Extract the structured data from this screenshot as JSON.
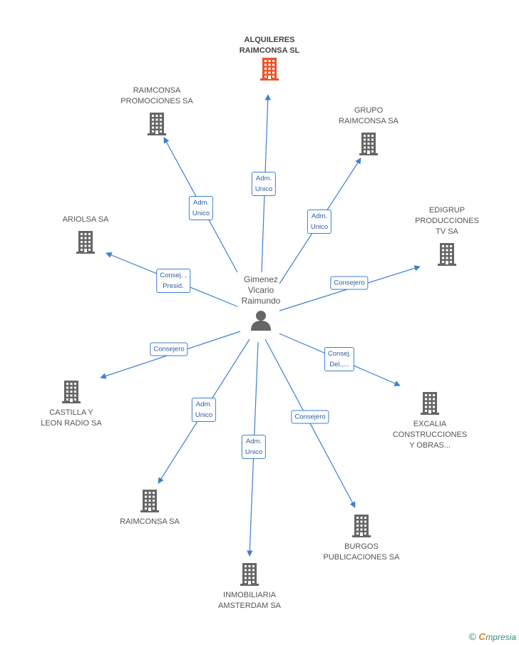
{
  "center": {
    "name": "Gimenez\nVicario\nRaimundo",
    "icon": "person-icon"
  },
  "companies": [
    {
      "id": "alquileres",
      "name": "ALQUILERES\nRAIMCONSA SL",
      "main": true,
      "color": "#e8562a"
    },
    {
      "id": "raimconsa-promo",
      "name": "RAIMCONSA\nPROMOCIONES SA",
      "color": "#666666"
    },
    {
      "id": "grupo",
      "name": "GRUPO\nRAIMCONSA SA",
      "color": "#666666"
    },
    {
      "id": "ariolsa",
      "name": "ARIOLSA SA",
      "color": "#666666"
    },
    {
      "id": "edigrup",
      "name": "EDIGRUP\nPRODUCCIONES\nTV SA",
      "color": "#666666"
    },
    {
      "id": "castilla",
      "name": "CASTILLA Y\nLEON RADIO SA",
      "color": "#666666"
    },
    {
      "id": "excalia",
      "name": "EXCALIA\nCONSTRUCCIONES\nY OBRAS...",
      "color": "#666666"
    },
    {
      "id": "raimconsa",
      "name": "RAIMCONSA SA",
      "color": "#666666"
    },
    {
      "id": "burgos",
      "name": "BURGOS\nPUBLICACIONES SA",
      "color": "#666666"
    },
    {
      "id": "inmobiliaria",
      "name": "INMOBILIARIA\nAMSTERDAM SA",
      "color": "#666666"
    }
  ],
  "edges": [
    {
      "to": "alquileres",
      "label": "Adm.\nUnico"
    },
    {
      "to": "raimconsa-promo",
      "label": "Adm.\nUnico"
    },
    {
      "to": "grupo",
      "label": "Adm.\nUnico"
    },
    {
      "to": "ariolsa",
      "label": "Consej. ,\nPresid."
    },
    {
      "to": "edigrup",
      "label": "Consejero"
    },
    {
      "to": "castilla",
      "label": "Consejero"
    },
    {
      "to": "excalia",
      "label": "Consej.\nDel.,..."
    },
    {
      "to": "raimconsa",
      "label": "Adm.\nUnico"
    },
    {
      "to": "burgos",
      "label": "Consejero"
    },
    {
      "to": "inmobiliaria",
      "label": "Adm.\nUnico"
    }
  ],
  "edge_color": "#3b7fd1",
  "footer": {
    "copyright": "©",
    "brand_first": "C",
    "brand_rest": "mpresia"
  }
}
